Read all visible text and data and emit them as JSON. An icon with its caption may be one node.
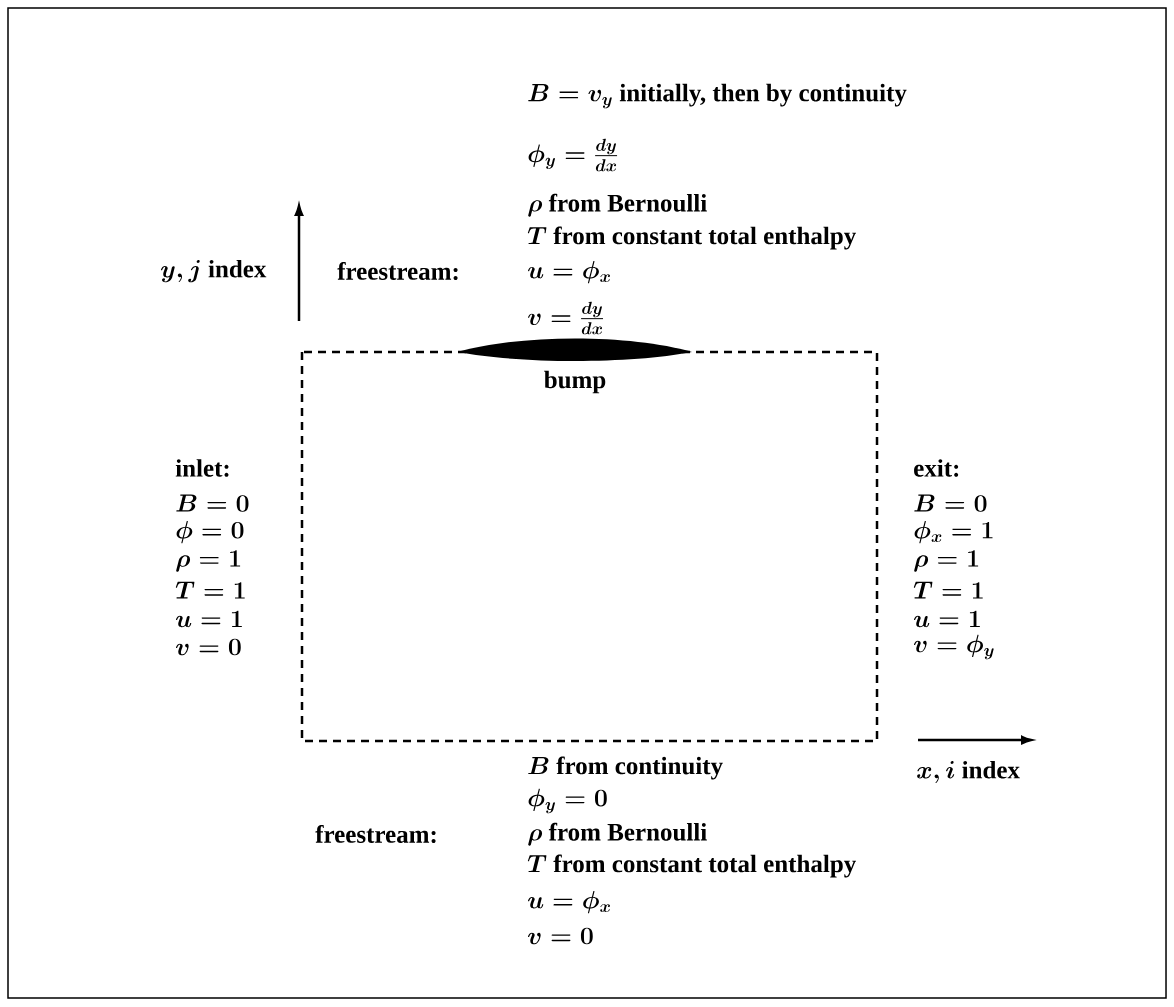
{
  "diagram": {
    "labels": [
      "B = v_y \\text{ initially, then by continuity}",
      "\\phi_y = \\frac{dy}{dx}",
      "\\rho \\text{ from Bernoulli}",
      "T \\text{ from constant total enthalpy}",
      "y, j \\text{ index}",
      "freestream:",
      "u = \\phi_x",
      "v = \\frac{dy}{dx}",
      "bump",
      "inlet:",
      "exit:",
      "B = 0",
      "B = 0",
      "\\phi = 0",
      "\\phi_x = 1",
      "\\rho = 1",
      "\\rho = 1",
      "T = 1",
      "T = 1",
      "u = 1",
      "u = 1",
      "v = 0",
      "v = \\phi_y",
      "B \\text{ from continuity}",
      "x, i \\text{ index}",
      "\\phi_y = 0",
      "freestream:",
      "\\rho \\text{ from Bernoulli}",
      "T \\text{ from constant total enthalpy}",
      "u = \\phi_x",
      "v = 0"
    ]
  }
}
